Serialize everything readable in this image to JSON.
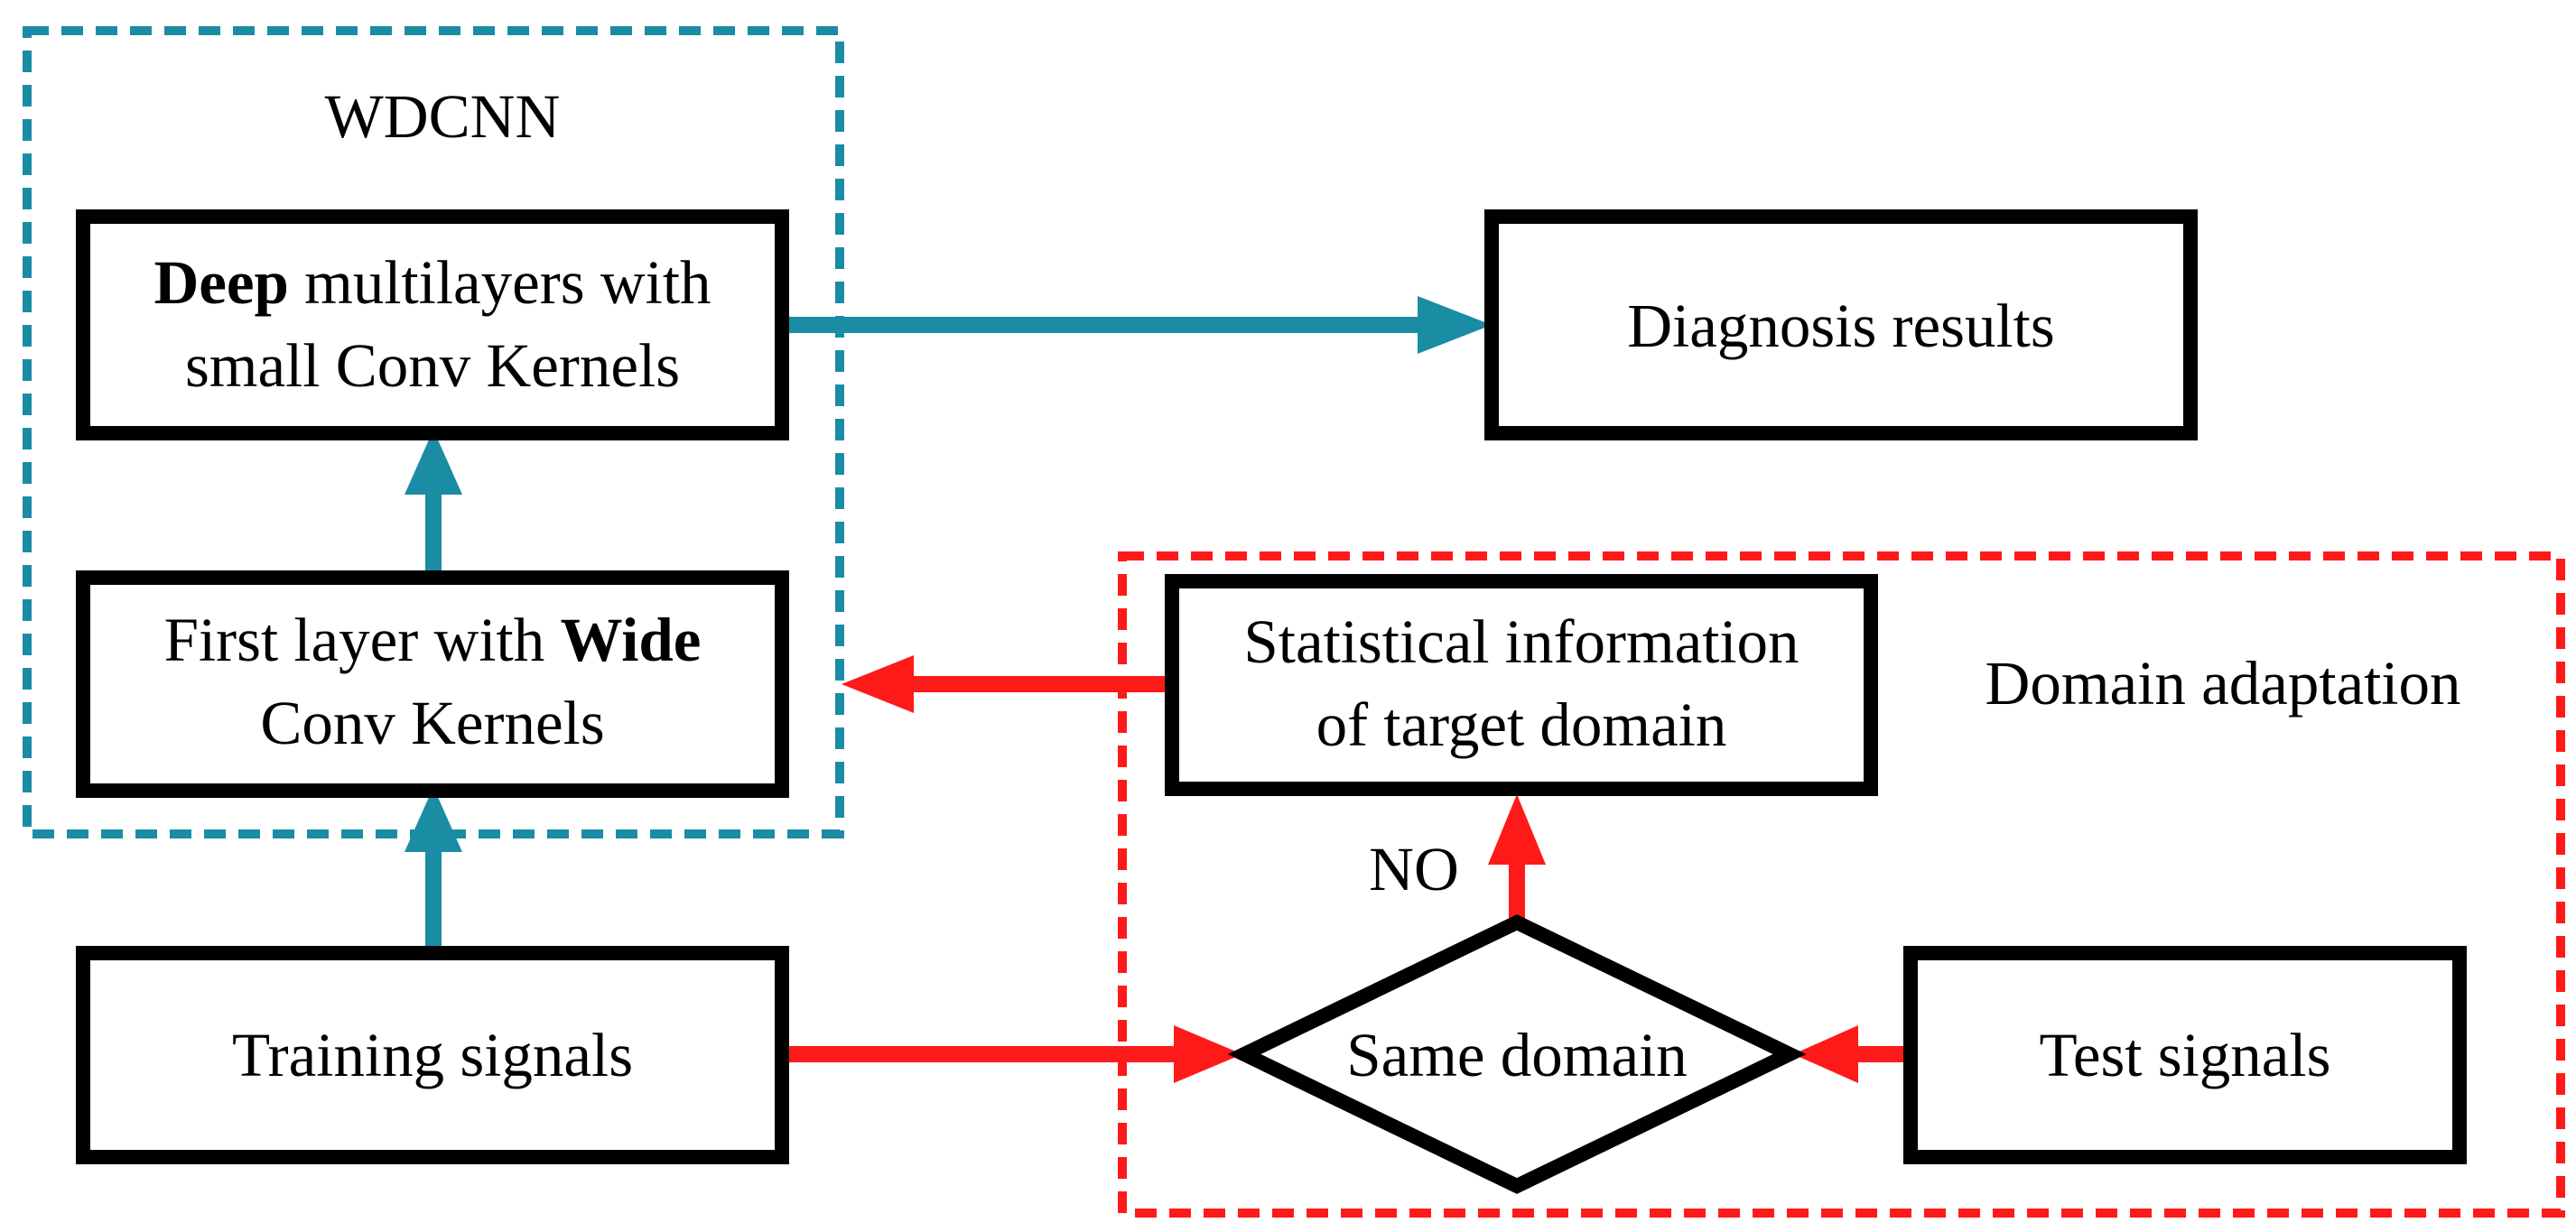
{
  "colors": {
    "teal": "#1a8ca3",
    "red": "#ff1a1a",
    "black": "#000000",
    "background": "#ffffff"
  },
  "groups": {
    "wdcnn_label": "WDCNN",
    "domain_adaptation_label": "Domain adaptation"
  },
  "nodes": {
    "deep": {
      "bold": "Deep",
      "line1_rest": " multilayers with",
      "line2": "small Conv Kernels"
    },
    "first": {
      "line1_pre": "First layer with ",
      "bold": "Wide",
      "line2": "Conv Kernels"
    },
    "training": {
      "label": "Training signals"
    },
    "diagnosis": {
      "label": "Diagnosis results"
    },
    "statistical": {
      "line1": "Statistical information",
      "line2": "of target domain"
    },
    "same_domain": {
      "label": "Same domain"
    },
    "test": {
      "label": "Test signals"
    }
  },
  "edge_labels": {
    "no": "NO"
  }
}
